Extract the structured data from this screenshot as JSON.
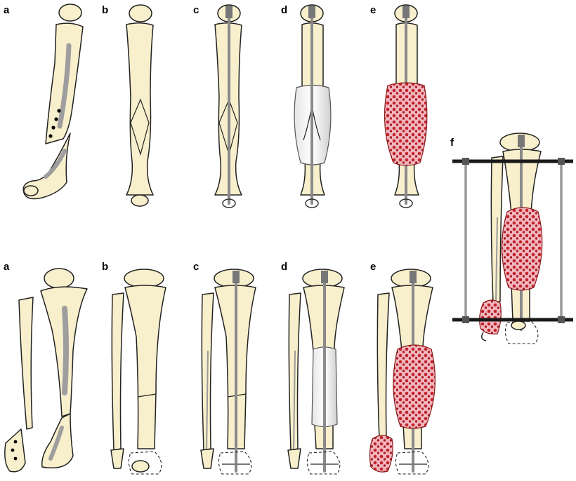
{
  "figure": {
    "top_row": {
      "panels": [
        "a",
        "b",
        "c",
        "d",
        "e"
      ]
    },
    "bottom_row": {
      "panels": [
        "a",
        "b",
        "c",
        "d",
        "e"
      ]
    },
    "side_panel": "f"
  },
  "colors": {
    "bone": "#f8efcc",
    "nail": "#8a8a8a",
    "graft": "#f2b6bf",
    "graft_dots": "#b22222",
    "fixator_bar": "#1a1a1a"
  }
}
